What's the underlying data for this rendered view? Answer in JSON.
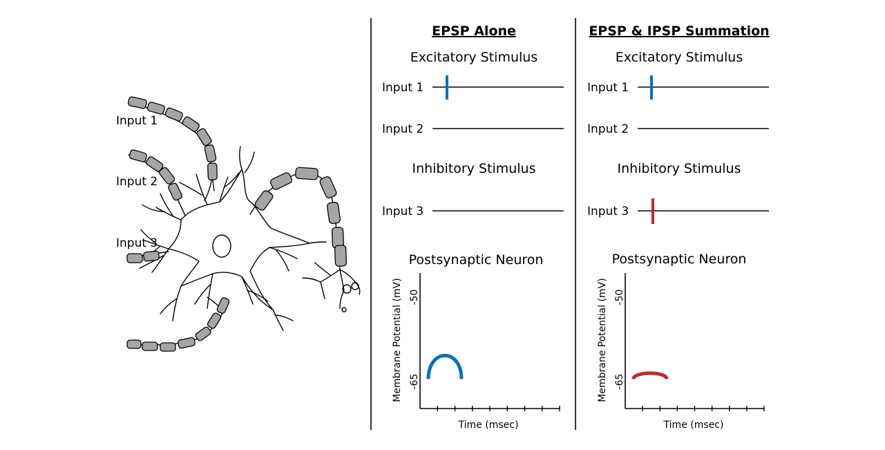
{
  "neuron": {
    "input_labels": [
      "Input 1",
      "Input 2",
      "Input 3"
    ]
  },
  "panels": [
    {
      "title": "EPSP Alone",
      "excitatory_heading": "Excitatory Stimulus",
      "inhibitory_heading": "Inhibitory Stimulus",
      "postsynaptic_heading": "Postsynaptic Neuron",
      "inputs": [
        {
          "label": "Input 1",
          "stimulus": true,
          "stimulus_color": "#0a6fbe"
        },
        {
          "label": "Input 2",
          "stimulus": false
        },
        {
          "label": "Input 3",
          "stimulus": false
        }
      ],
      "graph": {
        "y_label": "Membrane Potential (mV)",
        "x_label": "Time (msec)",
        "y_ticks": [
          "-50",
          "-65"
        ],
        "y_range": [
          -70,
          -47
        ],
        "x_tick_count": 8,
        "response": {
          "kind": "EPSP",
          "peak_mv": -61,
          "color": "#0a6fbe"
        }
      }
    },
    {
      "title": "EPSP & IPSP Summation",
      "excitatory_heading": "Excitatory Stimulus",
      "inhibitory_heading": "Inhibitory Stimulus",
      "postsynaptic_heading": "Postsynaptic Neuron",
      "inputs": [
        {
          "label": "Input 1",
          "stimulus": true,
          "stimulus_color": "#0a6fbe"
        },
        {
          "label": "Input 2",
          "stimulus": false
        },
        {
          "label": "Input 3",
          "stimulus": true,
          "stimulus_color": "#c0282d"
        }
      ],
      "graph": {
        "y_label": "Membrane Potential (mV)",
        "x_label": "Time (msec)",
        "y_ticks": [
          "-50",
          "-65"
        ],
        "y_range": [
          -70,
          -47
        ],
        "x_tick_count": 8,
        "response": {
          "kind": "summation",
          "peak_mv": -64,
          "color": "#c0282d"
        }
      }
    }
  ]
}
